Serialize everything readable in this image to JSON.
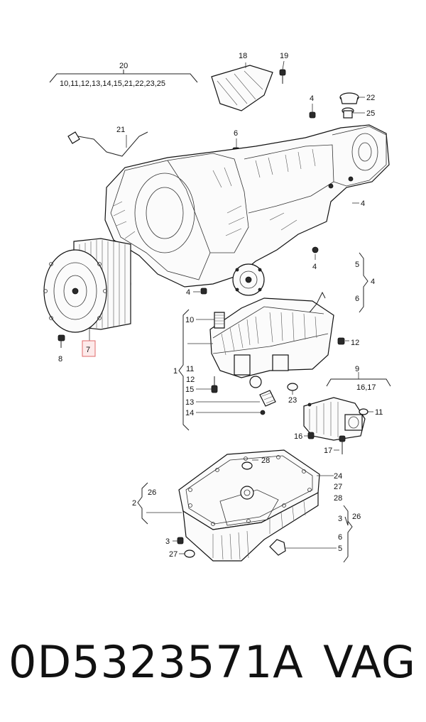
{
  "labels": {
    "l20": "20",
    "l20_list": "10,11,12,13,14,15,21,22,23,25",
    "l18": "18",
    "l19": "19",
    "l22": "22",
    "l25": "25",
    "l4a": "4",
    "l21": "21",
    "l6a": "6",
    "l4b": "4",
    "l4c": "4",
    "l5a": "5",
    "l4d": "4",
    "l6b": "6",
    "l4e": "4",
    "l7": "7",
    "l8": "8",
    "l10": "10",
    "l12a": "12",
    "l1": "1",
    "l11a": "11",
    "l12b": "12",
    "l15": "15",
    "l13": "13",
    "l14": "14",
    "l23": "23",
    "l9": "9",
    "l16_17": "16,17",
    "l11b": "11",
    "l16": "16",
    "l17": "17",
    "l28a": "28",
    "l24": "24",
    "l27a": "27",
    "l28b": "28",
    "l26a": "26",
    "l2": "2",
    "l3a": "3",
    "l26b": "26",
    "l3b": "3",
    "l6c": "6",
    "l27b": "27",
    "l5b": "5"
  },
  "footer": {
    "part_number": "0D5323571A",
    "brand": "VAG"
  }
}
